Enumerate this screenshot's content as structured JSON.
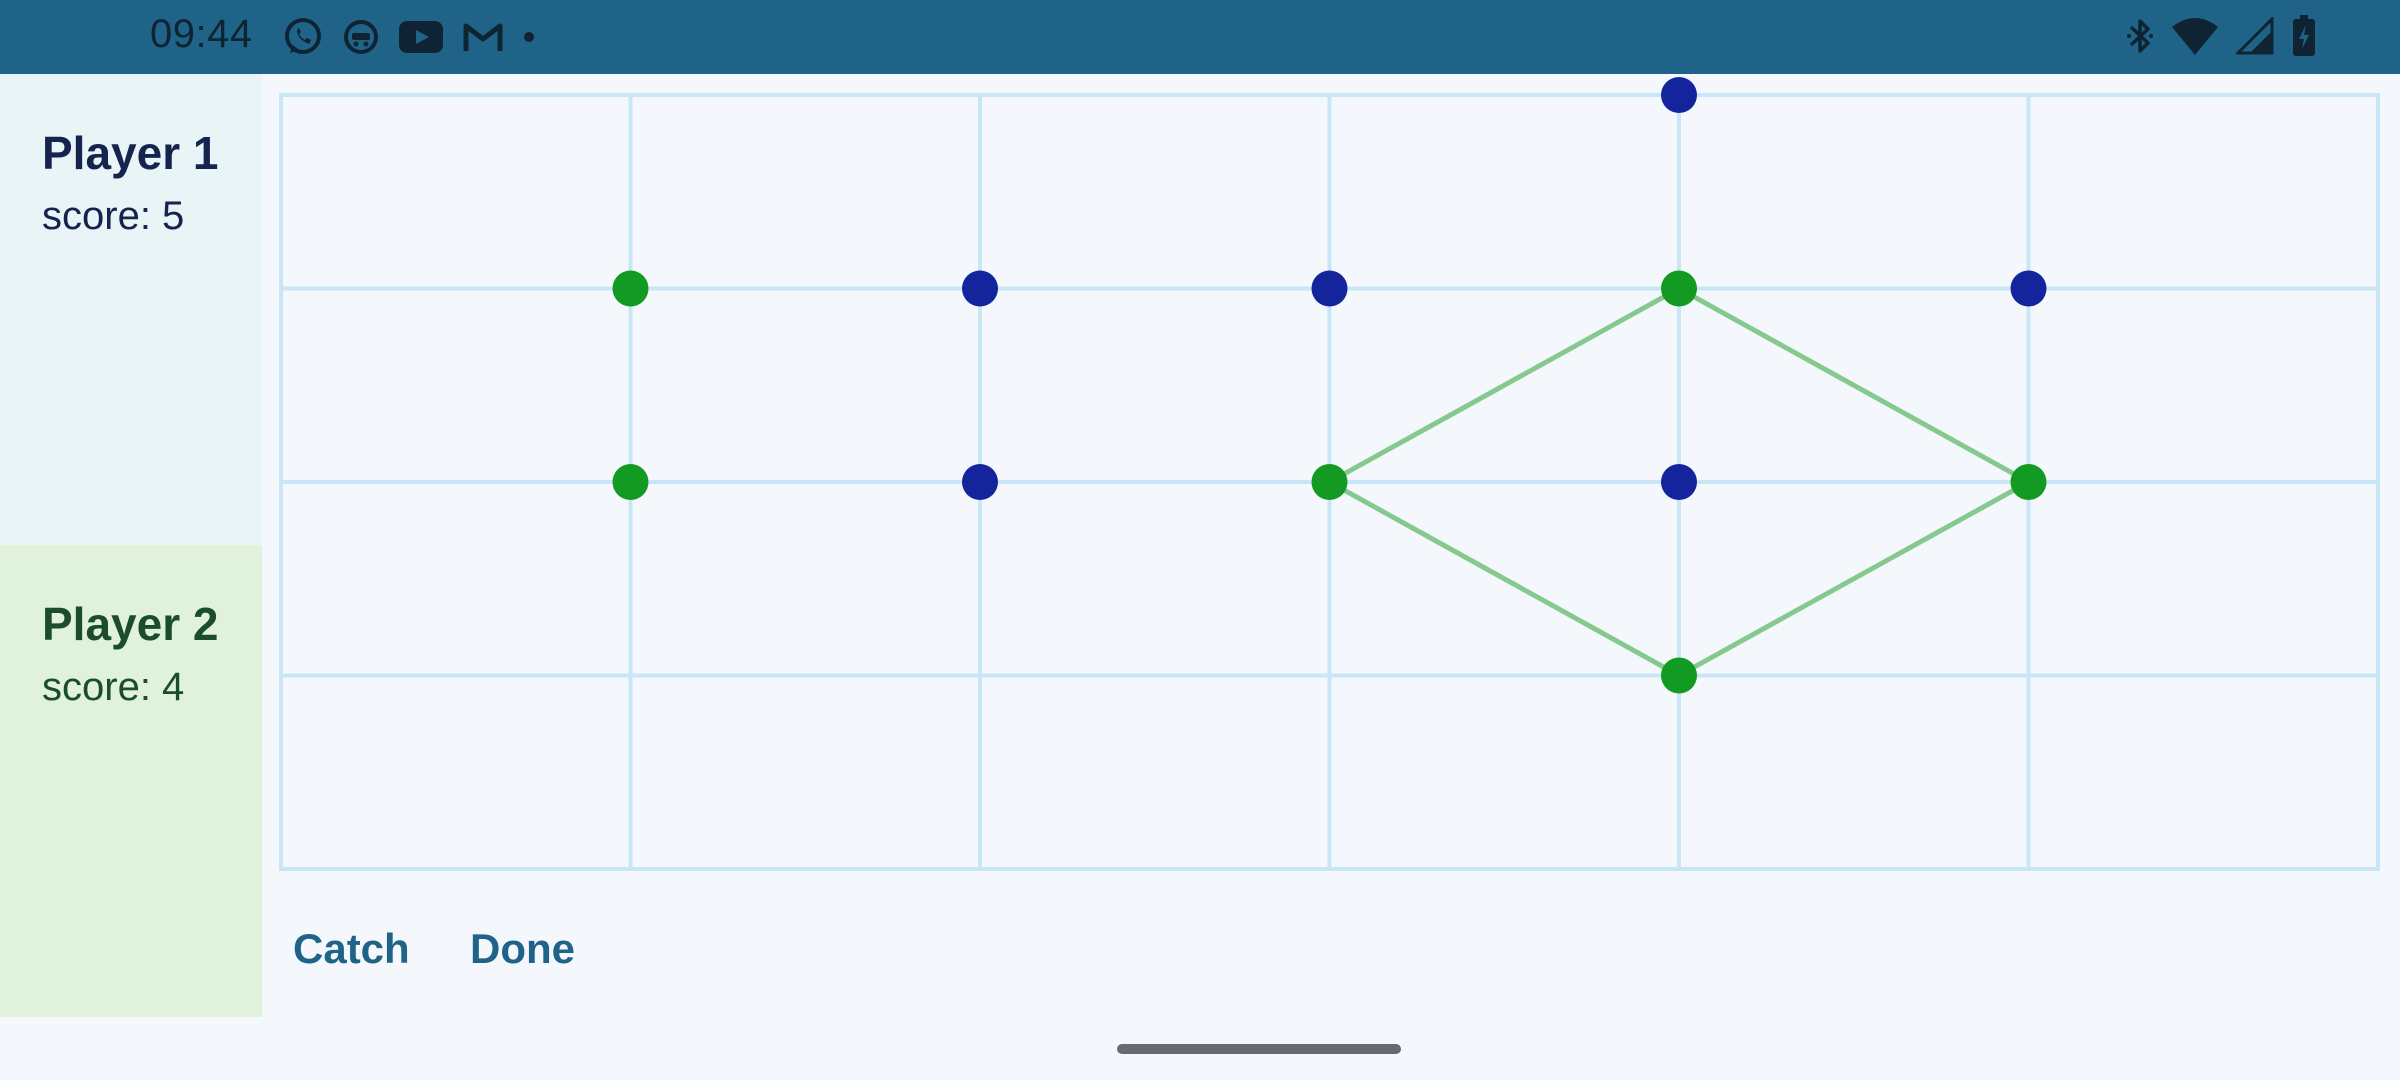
{
  "status_bar": {
    "time": "09:44",
    "left_icons": [
      "whatsapp-icon",
      "app-icon",
      "youtube-icon",
      "gmail-icon",
      "notification-dot-icon"
    ],
    "right_icons": [
      "bluetooth-icon",
      "wifi-icon",
      "cellular-signal-icon",
      "battery-charging-icon"
    ]
  },
  "players": [
    {
      "name": "Player 1",
      "score_text": "score: 5",
      "color": "#14249c"
    },
    {
      "name": "Player 2",
      "score_text": "score: 4",
      "color": "#139a22"
    }
  ],
  "board": {
    "columns": 6,
    "rows": 4,
    "grid_color": "#c9e6f6",
    "dots": [
      {
        "col": 4,
        "row": 0,
        "player": 1
      },
      {
        "col": 1,
        "row": 1,
        "player": 2
      },
      {
        "col": 2,
        "row": 1,
        "player": 1
      },
      {
        "col": 3,
        "row": 1,
        "player": 1
      },
      {
        "col": 4,
        "row": 1,
        "player": 2
      },
      {
        "col": 5,
        "row": 1,
        "player": 1
      },
      {
        "col": 1,
        "row": 2,
        "player": 2
      },
      {
        "col": 2,
        "row": 2,
        "player": 1
      },
      {
        "col": 3,
        "row": 2,
        "player": 2
      },
      {
        "col": 4,
        "row": 2,
        "player": 1
      },
      {
        "col": 5,
        "row": 2,
        "player": 2
      },
      {
        "col": 4,
        "row": 3,
        "player": 2
      }
    ],
    "captures": [
      {
        "player": 2,
        "color": "#86c98e",
        "points": [
          [
            4,
            1
          ],
          [
            5,
            2
          ],
          [
            4,
            3
          ],
          [
            3,
            2
          ]
        ]
      }
    ]
  },
  "actions": {
    "catch_label": "Catch",
    "done_label": "Done"
  }
}
